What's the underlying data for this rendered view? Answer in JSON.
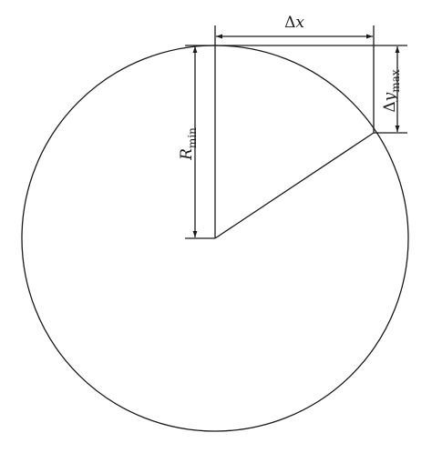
{
  "labels": {
    "delta_x": {
      "symbol": "Δ",
      "var": "x"
    },
    "delta_y_max": {
      "symbol": "Δ",
      "var": "y",
      "sub": "max"
    },
    "r_min": {
      "var": "R",
      "sub": "min"
    }
  },
  "colors": {
    "stroke": "#1a1a1a",
    "background": "#ffffff"
  }
}
